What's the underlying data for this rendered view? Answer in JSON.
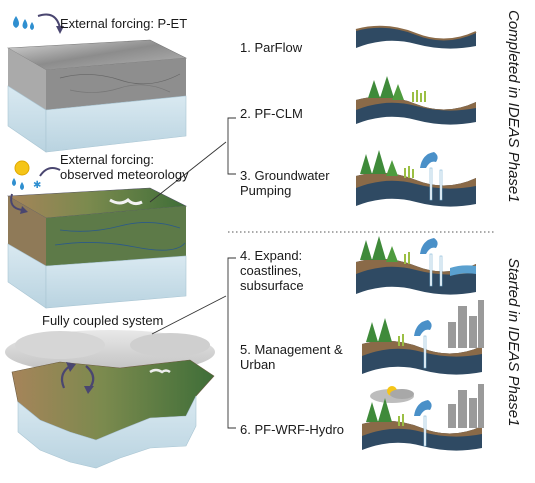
{
  "left_panel": {
    "forcing_pet_label": "External forcing: P-ET",
    "forcing_met_label": "External forcing:\nobserved meteorology",
    "coupled_label": "Fully coupled system"
  },
  "steps": [
    {
      "label": "1. ParFlow"
    },
    {
      "label": "2. PF-CLM"
    },
    {
      "label": "3. Groundwater\nPumping"
    },
    {
      "label": "4. Expand:\ncoastlines,\nsubsurface"
    },
    {
      "label": "5. Management &\nUrban"
    },
    {
      "label": "6. PF-WRF-Hydro"
    }
  ],
  "side_labels": {
    "completed": "Completed in IDEAS Phase1",
    "started": "Started in IDEAS Phase1"
  },
  "colors": {
    "arrow": "#4a4670",
    "water": "#2f4a63",
    "soil": "#8a6a48",
    "vegetation": "#3f8a3a",
    "ice_block": "#cfe3ee"
  }
}
